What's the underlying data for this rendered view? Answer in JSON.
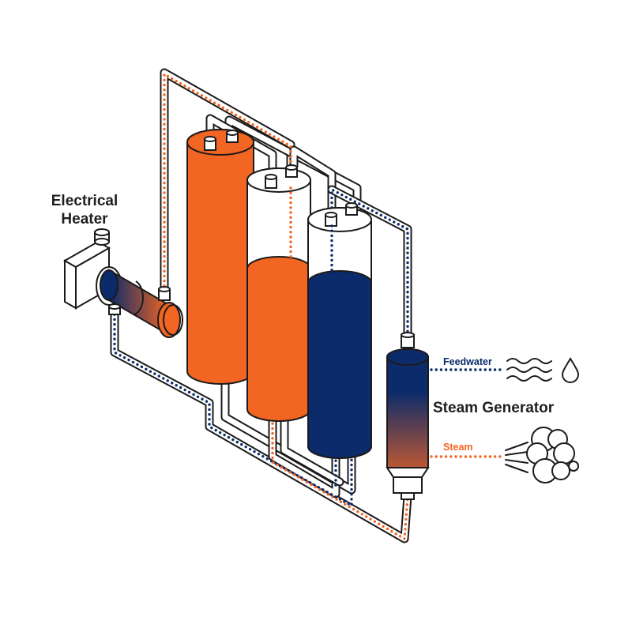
{
  "labels": {
    "heater": [
      "Electrical",
      "Heater"
    ],
    "generator": "Steam Generator",
    "feedwater": "Feedwater",
    "steam": "Steam"
  },
  "colors": {
    "hot": "#f26522",
    "cold": "#0b2b6b",
    "ink": "#1b1b1b",
    "background": "#ffffff"
  },
  "icons": [
    "water-waves-icon",
    "water-drop-icon",
    "steam-cloud-icon"
  ]
}
